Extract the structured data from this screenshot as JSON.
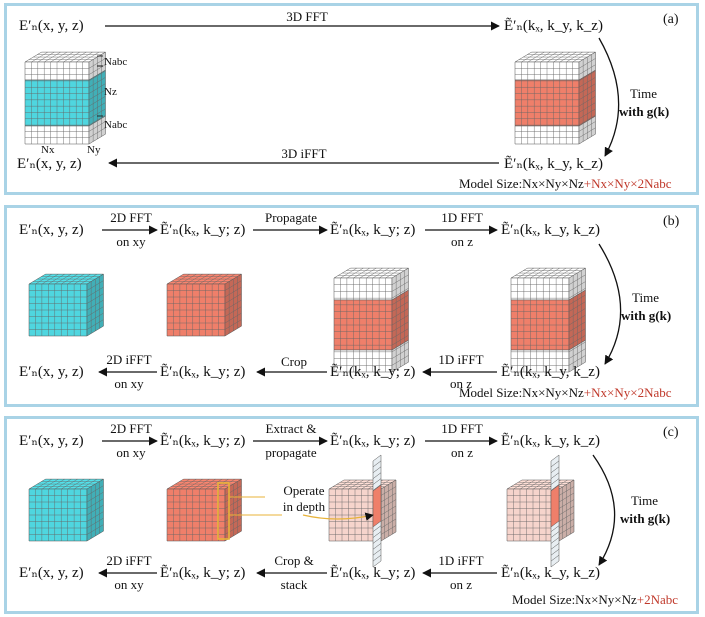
{
  "panels": {
    "a": {
      "label": "(a)",
      "field_tl": "E′ₙ(x, y, z)",
      "field_tr": "Ẽ′ₙ(kₓ, k_y, k_z)",
      "field_br": "Ẽ′ₙ(kₓ, k_y, k_z)",
      "field_bl": "E′ₙ(x, y, z)",
      "op_top": "3D FFT",
      "op_bottom": "3D iFFT",
      "time_line1": "Time",
      "time_line2": "with g(k)",
      "n_abc_top": "Nabc",
      "n_z": "Nz",
      "n_abc_bottom": "Nabc",
      "n_x": "Nx",
      "n_y": "Ny",
      "model_black": "Model Size:Nx×Ny×Nz",
      "model_red": "+Nx×Ny×2Nabc"
    },
    "b": {
      "label": "(b)",
      "f1": "E′ₙ(x, y, z)",
      "f2": "Ẽ′ₙ(kₓ, k_y; z)",
      "f3": "Ẽ′ₙ(kₓ, k_y; z)",
      "f4": "Ẽ′ₙ(kₓ, k_y, k_z)",
      "op1a": "2D FFT",
      "op1b": "on xy",
      "op2": "Propagate",
      "op3a": "1D FFT",
      "op3b": "on z",
      "g1": "E′ₙ(x, y, z)",
      "g2": "Ẽ′ₙ(kₓ, k_y; z)",
      "g3": "Ẽ′ₙ(kₓ, k_y; z)",
      "g4": "Ẽ′ₙ(kₓ, k_y, k_z)",
      "bop1a": "2D iFFT",
      "bop1b": "on xy",
      "bop2": "Crop",
      "bop3a": "1D iFFT",
      "bop3b": "on z",
      "time_line1": "Time",
      "time_line2": "with g(k)",
      "model_black": "Model Size:Nx×Ny×Nz",
      "model_red": "+Nx×Ny×2Nabc"
    },
    "c": {
      "label": "(c)",
      "f1": "E′ₙ(x, y, z)",
      "f2": "Ẽ′ₙ(kₓ, k_y; z)",
      "f3": "Ẽ′ₙ(kₓ, k_y; z)",
      "f4": "Ẽ′ₙ(kₓ, k_y, k_z)",
      "op1a": "2D FFT",
      "op1b": "on xy",
      "op2a": "Extract &",
      "op2b": "propagate",
      "op3a": "1D FFT",
      "op3b": "on z",
      "g1": "E′ₙ(x, y, z)",
      "g2": "Ẽ′ₙ(kₓ, k_y; z)",
      "g3": "Ẽ′ₙ(kₓ, k_y; z)",
      "g4": "Ẽ′ₙ(kₓ, k_y, k_z)",
      "bop1a": "2D iFFT",
      "bop1b": "on xy",
      "bop2a": "Crop &",
      "bop2b": "stack",
      "bop3a": "1D iFFT",
      "bop3b": "on z",
      "operate_a": "Operate",
      "operate_b": "in depth",
      "time_line1": "Time",
      "time_line2": "with g(k)",
      "model_black": "Model Size:Nx×Ny×Nz",
      "model_red": "+2Nabc"
    }
  },
  "colors": {
    "panel_border": "#a9d3e6",
    "cyan_cube": "#4fd6df",
    "salmon_cube": "#ef7f6a",
    "pale_cube": "#f6d4cc",
    "white_cube": "#ffffff",
    "highlight": "#e8b33a",
    "model_red": "#c0392b"
  }
}
